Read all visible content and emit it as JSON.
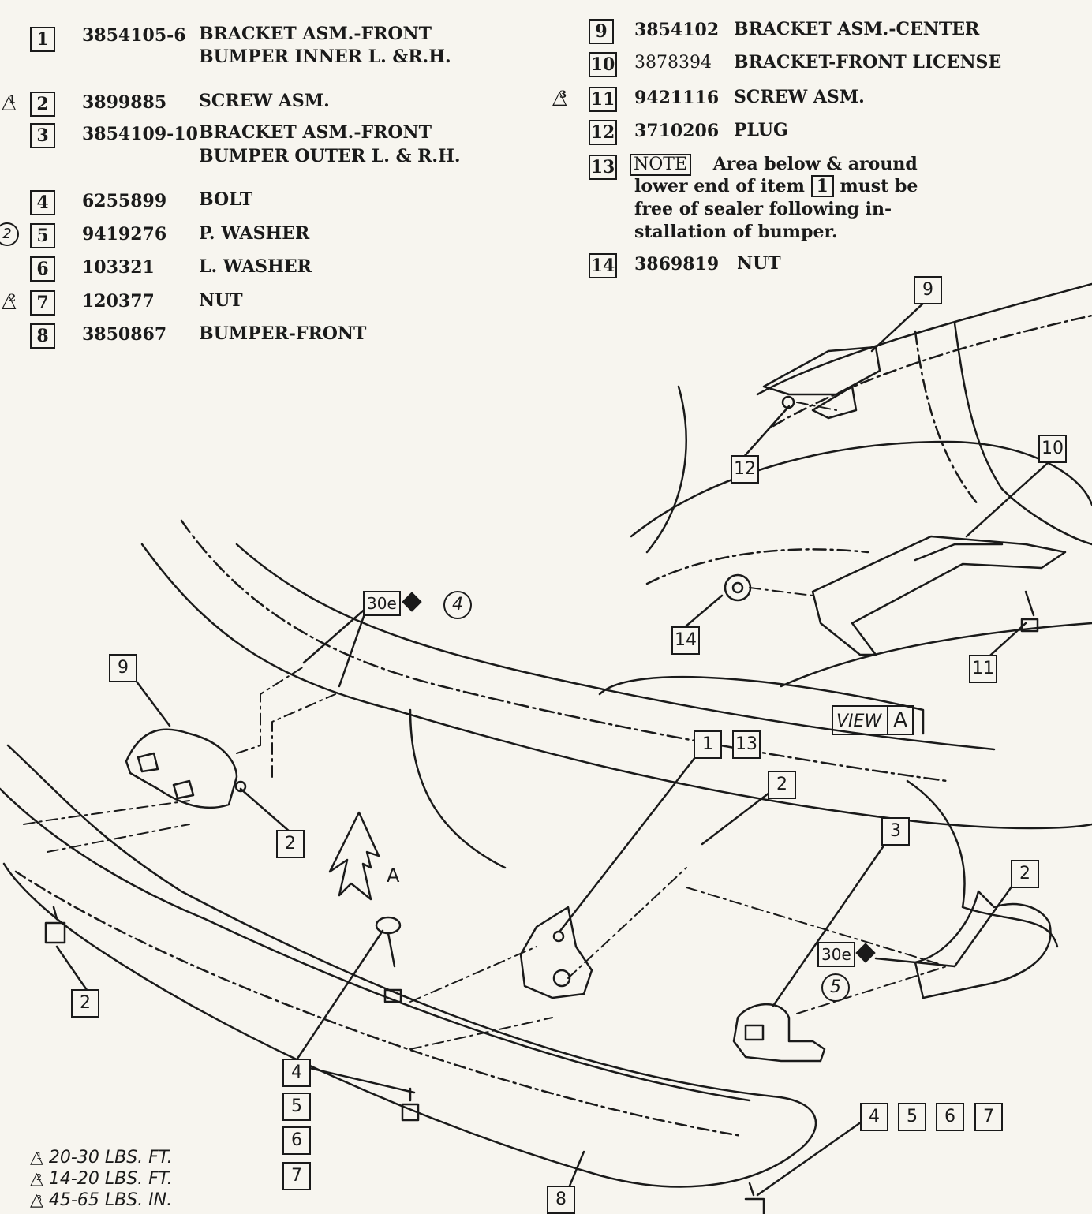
{
  "parts_left": [
    {
      "item": "1",
      "part": "3854105-6",
      "desc": "BRACKET ASM.-FRONT",
      "desc2": "BUMPER INNER L. &R.H.",
      "torque_mark": ""
    },
    {
      "item": "2",
      "part": "3899885",
      "desc": "SCREW   ASM.",
      "desc2": "",
      "torque_mark": "1"
    },
    {
      "item": "3",
      "part": "3854109-10",
      "desc": "BRACKET ASM.-FRONT",
      "desc2": "BUMPER OUTER L. & R.H.",
      "torque_mark": ""
    },
    {
      "item": "4",
      "part": "6255899",
      "desc": "BOLT",
      "desc2": "",
      "torque_mark": ""
    },
    {
      "item": "5",
      "part": "9419276",
      "desc": "P. WASHER",
      "desc2": "",
      "torque_mark": "2"
    },
    {
      "item": "6",
      "part": "103321",
      "desc": "L. WASHER",
      "desc2": "",
      "torque_mark": ""
    },
    {
      "item": "7",
      "part": "120377",
      "desc": "NUT",
      "desc2": "",
      "torque_mark": "2"
    },
    {
      "item": "8",
      "part": "3850867",
      "desc": "BUMPER-FRONT",
      "desc2": "",
      "torque_mark": ""
    }
  ],
  "parts_right": [
    {
      "item": "9",
      "part": "3854102",
      "desc": "BRACKET ASM.-CENTER",
      "torque_mark": ""
    },
    {
      "item": "10",
      "part": "3878394",
      "desc": "BRACKET-FRONT LICENSE",
      "torque_mark": ""
    },
    {
      "item": "11",
      "part": "9421116",
      "desc": "SCREW ASM.",
      "torque_mark": "3"
    },
    {
      "item": "12",
      "part": "3710206",
      "desc": "PLUG",
      "torque_mark": ""
    },
    {
      "item": "14",
      "part": "3869819",
      "desc": "NUT",
      "torque_mark": ""
    }
  ],
  "note": {
    "item": "13",
    "label": "NOTE",
    "line1": "Area below & around",
    "line2a": "lower end of item",
    "line2_ref": "1",
    "line2b": "must be",
    "line3": "free of sealer following in-",
    "line4": "stallation of bumper."
  },
  "callouts": {
    "c9_top": "9",
    "c12": "12",
    "c10": "10",
    "c14": "14",
    "c11": "11",
    "view_label": "VIEW",
    "view_letter": "A",
    "c9_left": "9",
    "c2_a": "2",
    "c2_b": "2",
    "c1": "1",
    "c13": "13",
    "c2_c": "2",
    "c3": "3",
    "c2_d": "2",
    "c4a": "4",
    "c5a": "5",
    "c6a": "6",
    "c7a": "7",
    "c4b": "4",
    "c5b": "5",
    "c6b": "6",
    "c7b": "7",
    "c8": "8",
    "circ4": "4",
    "circ5": "5",
    "tag_a": "30e",
    "tag_b": "30e",
    "arrow_label": "A"
  },
  "torque_legend": [
    {
      "mark": "1",
      "text": "20-30 LBS. FT."
    },
    {
      "mark": "2",
      "text": "14-20 LBS. FT."
    },
    {
      "mark": "3",
      "text": "45-65 LBS. IN."
    }
  ]
}
